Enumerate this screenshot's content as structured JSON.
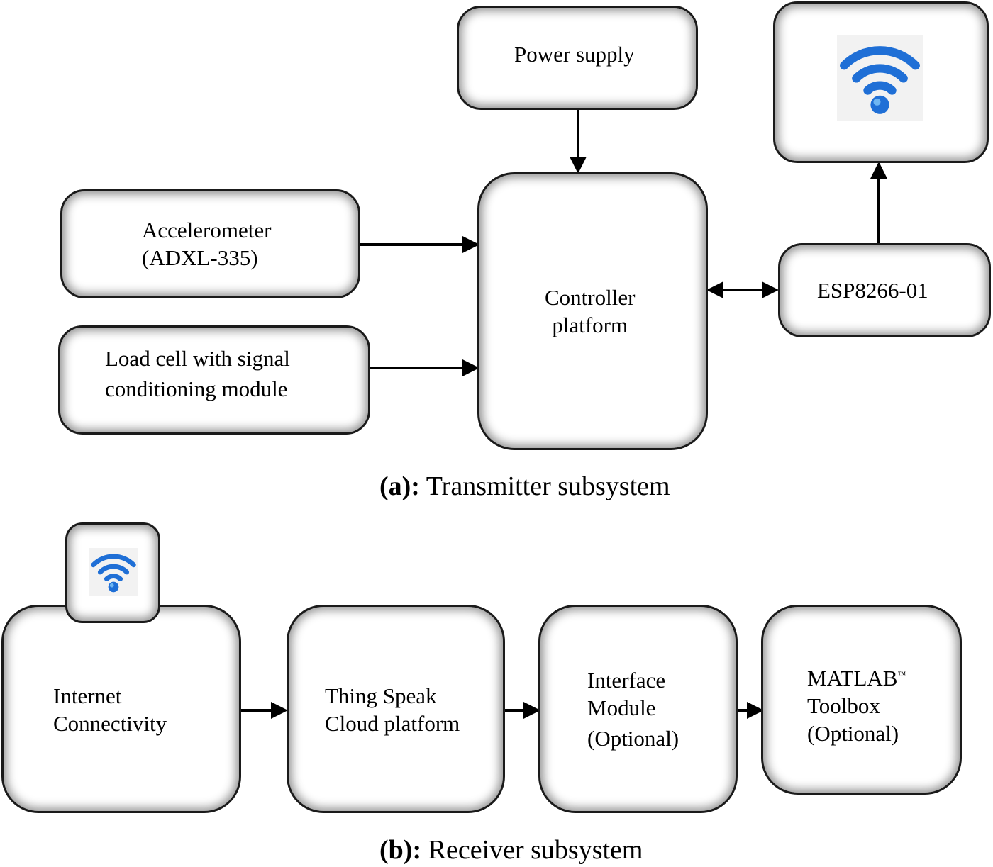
{
  "transmitter": {
    "power_supply": "Power supply",
    "accelerometer": [
      "Accelerometer",
      "(ADXL-335)"
    ],
    "load_cell": [
      "Load cell with signal",
      "conditioning module"
    ],
    "controller": [
      "Controller",
      "platform"
    ],
    "esp": "ESP8266-01",
    "caption_prefix": "(a):",
    "caption_text": "Transmitter subsystem"
  },
  "receiver": {
    "internet": [
      "Internet",
      "Connectivity"
    ],
    "thingspeak": [
      "Thing Speak",
      "Cloud platform"
    ],
    "interface": [
      "Interface",
      "Module",
      "(Optional)"
    ],
    "matlab_name": "MATLAB",
    "matlab_tm": "™",
    "matlab_rest": [
      "Toolbox",
      "(Optional)"
    ],
    "caption_prefix": "(b):",
    "caption_text": "Receiver subsystem"
  },
  "icons": [
    "wifi-icon",
    "wifi-icon"
  ],
  "colors": {
    "wifi_blue": "#1f6fd6",
    "wifi_light": "#6fb6f2",
    "box_border": "#1a1a1a"
  }
}
